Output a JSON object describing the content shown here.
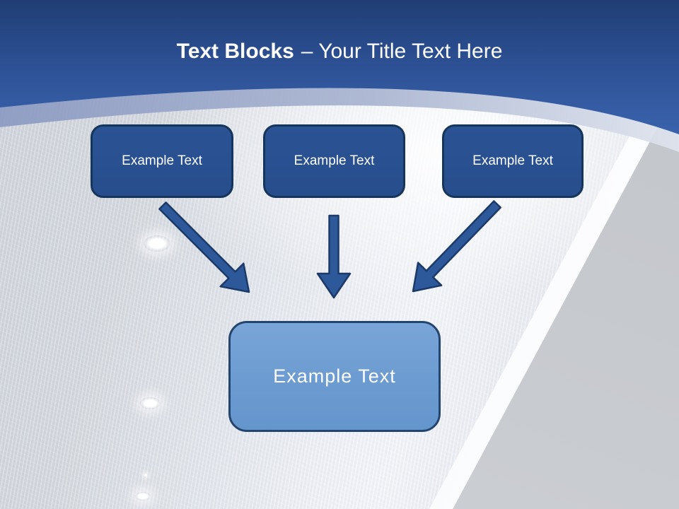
{
  "slide": {
    "title": {
      "emphasis": "Text Blocks",
      "rest": "– Your Title Text Here"
    },
    "source_boxes": [
      {
        "label": "Example Text"
      },
      {
        "label": "Example Text"
      },
      {
        "label": "Example Text"
      }
    ],
    "target_box": {
      "label": "Example Text"
    },
    "connectors": [
      {
        "name": "arrow-down-right"
      },
      {
        "name": "arrow-down"
      },
      {
        "name": "arrow-down-left"
      }
    ],
    "colors": {
      "header-top": "#203e74",
      "header-bottom": "#3a63ad",
      "title-text": "#ffffff",
      "box-fill": "#2b5394",
      "box-border": "#16355a",
      "box-text": "#ffffff",
      "arrow-fill": "#2d5899",
      "arrow-border": "#1b3a68",
      "target-fill": "#6c9bd1",
      "target-border": "#24466e",
      "target-text": "#ffffff"
    }
  }
}
